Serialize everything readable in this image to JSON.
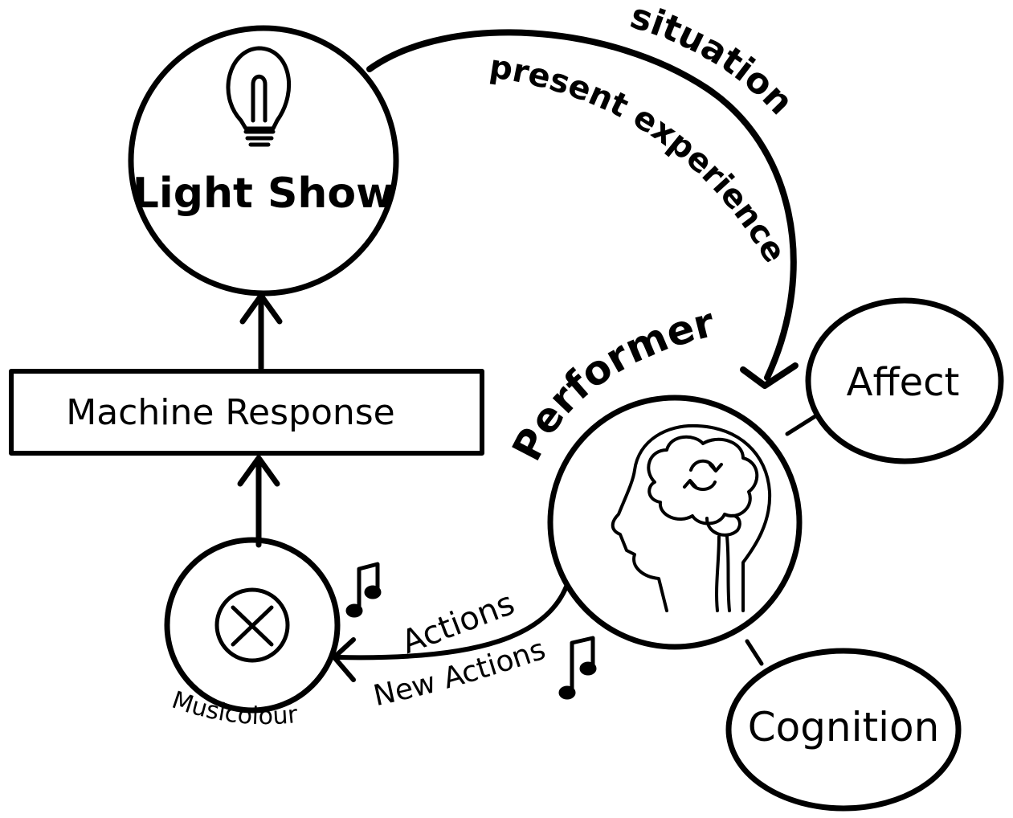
{
  "diagram": {
    "nodes": {
      "light_show": "Light Show",
      "machine_response": "Machine Response",
      "performer": "Performer",
      "affect": "Affect",
      "cognition": "Cognition",
      "musicolour": "Musicolour"
    },
    "edge_labels": {
      "situation": "situation",
      "present_experience": "present experience",
      "actions": "Actions",
      "new_actions": "New Actions"
    },
    "icons": [
      "light-bulb-icon",
      "brain-head-icon",
      "musicolour-dial-icon",
      "music-note-icon"
    ]
  }
}
